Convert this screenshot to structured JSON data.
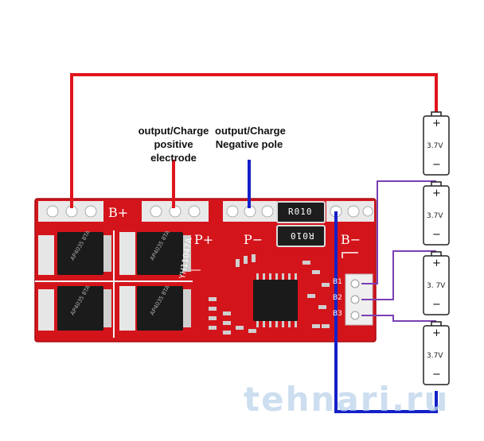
{
  "labels": {
    "positive": [
      "output/Charge",
      "positive electrode"
    ],
    "negative": [
      "output/Charge",
      "Negative pole"
    ]
  },
  "board": {
    "terminals": {
      "b_plus": "B+",
      "p_plus": "P+",
      "p_minus": "P−",
      "b_minus": "B−"
    },
    "resistor_code": "R010",
    "model_text": "YH11047A",
    "side_labels": [
      "B1",
      "B2",
      "B3"
    ],
    "color": "#d4141b"
  },
  "cells": [
    {
      "voltage": "3.7V",
      "plus": "+",
      "minus": "−"
    },
    {
      "voltage": "3.7V",
      "plus": "+",
      "minus": "−"
    },
    {
      "voltage": "3. 7V",
      "plus": "+",
      "minus": "−"
    },
    {
      "voltage": "3.7V",
      "plus": "+",
      "minus": "−"
    }
  ],
  "mosfet_text": "AP4035 8TA",
  "wire_colors": {
    "positive": "#e0141c",
    "negative": "#1420c8",
    "balance": "#7a3fb4"
  },
  "watermark": "tehnari.ru"
}
